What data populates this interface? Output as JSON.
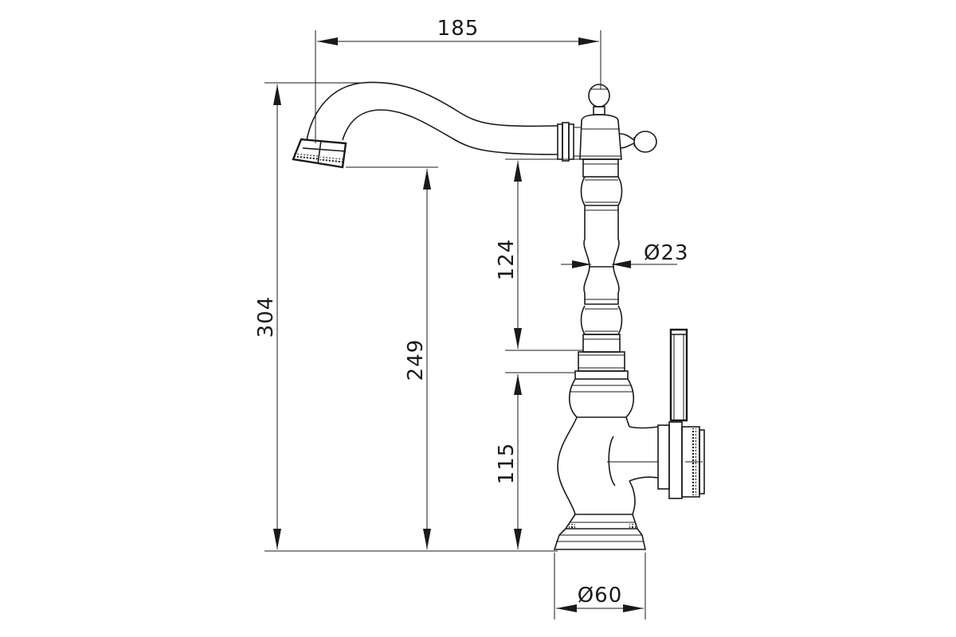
{
  "dimensions": {
    "spout_reach": "185",
    "total_height": "304",
    "spout_height": "249",
    "column_length": "124",
    "base_to_body": "115",
    "column_diameter": "Ø23",
    "base_diameter": "Ø60"
  }
}
